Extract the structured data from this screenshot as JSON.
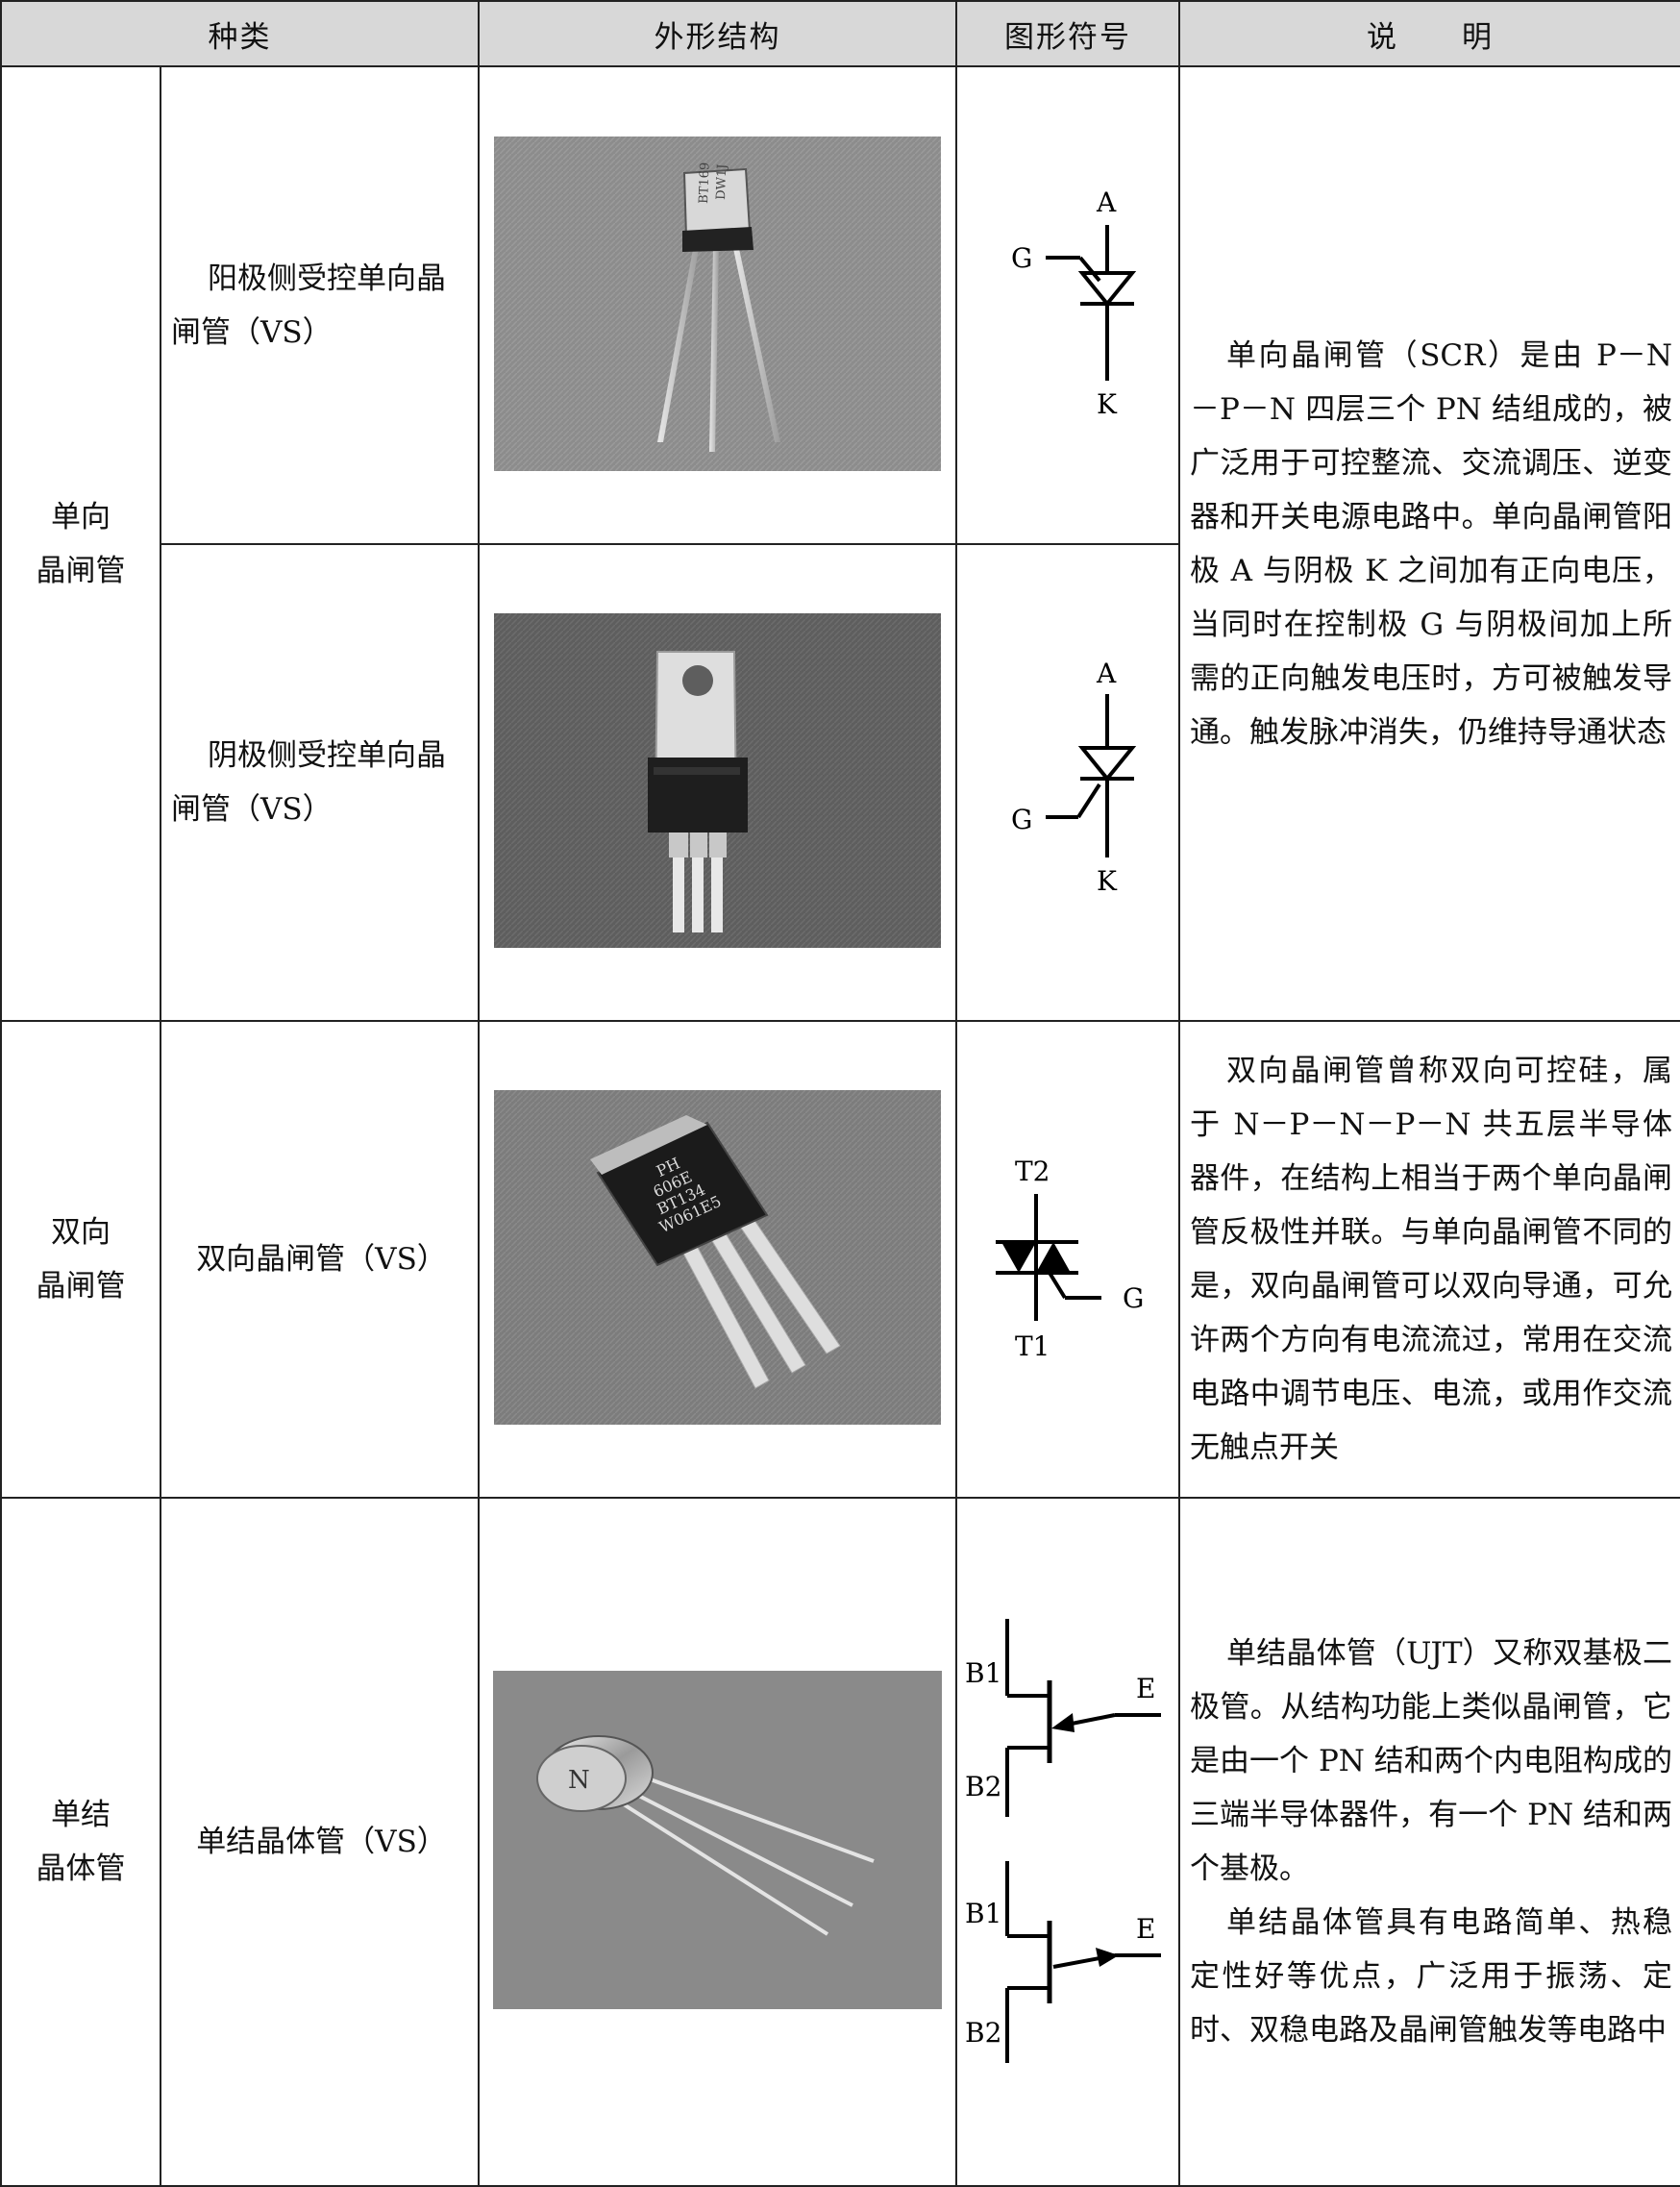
{
  "headers": {
    "type": "种类",
    "appearance": "外形结构",
    "symbol": "图形符号",
    "description": "说　　明"
  },
  "rows": {
    "scr": {
      "category": [
        "单向",
        "晶闸管"
      ],
      "anode_type": [
        "阳极侧受控单向晶",
        "闸管（VS）"
      ],
      "cathode_type": [
        "阴极侧受控单向晶",
        "闸管（VS）"
      ],
      "photo1_marking": [
        "BT169",
        "DW1J"
      ],
      "photo2_marking": [],
      "sym_labels": {
        "a": "A",
        "g": "G",
        "k": "K"
      },
      "description": "单向晶闸管（SCR）是由 P－N－P－N 四层三个 PN 结组成的，被广泛用于可控整流、交流调压、逆变器和开关电源电路中。单向晶闸管阳极 A 与阴极 K 之间加有正向电压，当同时在控制极 G 与阴极间加上所需的正向触发电压时，方可被触发导通。触发脉冲消失，仍维持导通状态"
    },
    "triac": {
      "category": [
        "双向",
        "晶闸管"
      ],
      "type": "双向晶闸管（VS）",
      "photo_marking": [
        "PH",
        "606E",
        "BT134",
        "W061E5"
      ],
      "sym_labels": {
        "t2": "T2",
        "t1": "T1",
        "g": "G"
      },
      "description": "双向晶闸管曾称双向可控硅，属于 N－P－N－P－N 共五层半导体器件，在结构上相当于两个单向晶闸管反极性并联。与单向晶闸管不同的是，双向晶闸管可以双向导通，可允许两个方向有电流流过，常用在交流电路中调节电压、电流，或用作交流无触点开关"
    },
    "ujt": {
      "category": [
        "单结",
        "晶体管"
      ],
      "type": "单结晶体管（VS）",
      "photo_marking": "N",
      "sym_labels": {
        "b1": "B1",
        "b2": "B2",
        "e": "E"
      },
      "description_p1": "单结晶体管（UJT）又称双基极二极管。从结构功能上类似晶闸管，它是由一个 PN 结和两个内电阻构成的三端半导体器件，有一个 PN 结和两个基极。",
      "description_p2": "单结晶体管具有电路简单、热稳定性好等优点，广泛用于振荡、定时、双稳电路及晶闸管触发等电路中"
    }
  }
}
